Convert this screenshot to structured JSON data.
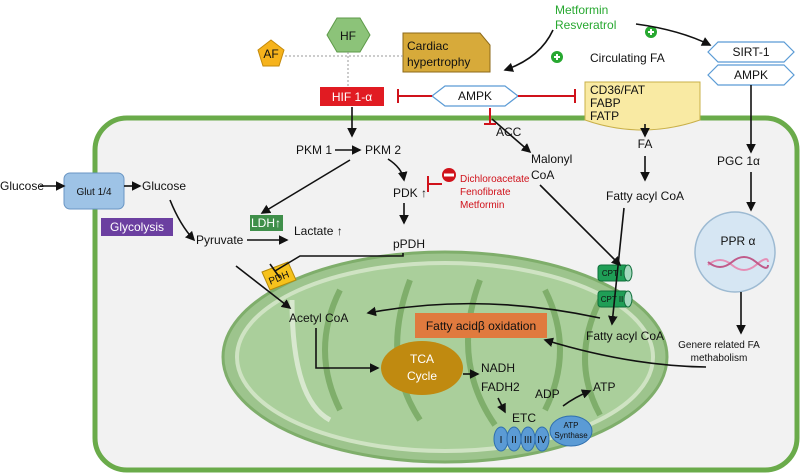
{
  "drugs": {
    "line1": "Metformin",
    "line2": "Resveratrol"
  },
  "shapes": {
    "af": "AF",
    "hf": "HF",
    "cardiac_l1": "Cardiac",
    "cardiac_l2": "hypertrophy"
  },
  "signaling": {
    "hif": "HIF 1-α",
    "ampk_center": "AMPK",
    "sirt1": "SIRT-1",
    "ampk_right": "AMPK",
    "pgc": "PGC 1α",
    "ppr": "PPR α"
  },
  "fatty_acid": {
    "circulating": "Circulating FA",
    "transporter_1": "CD36/FAT",
    "transporter_2": "FABP",
    "transporter_3": "FATP",
    "fa": "FA",
    "fatty_acyl_coa": "Fatty acyl CoA",
    "acc": "ACC",
    "malonyl_1": "Malonyl",
    "malonyl_2": "CoA"
  },
  "glycolysis": {
    "glucose_out": "Glucose",
    "glut": "Glut 1/4",
    "glucose_in": "Glucose",
    "label": "Glycolysis",
    "pyruvate": "Pyruvate",
    "ldh": "LDH↑",
    "lactate": "Lactate ↑",
    "pkm1": "PKM 1",
    "pkm2": "PKM 2",
    "pdk": "PDK ↑",
    "ppdh": "pPDH"
  },
  "inhibitors": {
    "line1": "Dichloroacetate",
    "line2": "Fenofibrate",
    "line3": "Metformin"
  },
  "mitochondria": {
    "pdh": "PDH",
    "acetyl_coa": "Acetyl CoA",
    "beta_ox": "Fatty acidβ oxidation",
    "cpt1": "CPT I",
    "cpt2": "CPT II",
    "fatty_acyl_coa_mito": "Fatty acyl CoA",
    "tca_1": "TCA",
    "tca_2": "Cycle",
    "nadh": "NADH",
    "fadh2": "FADH2",
    "adp": "ADP",
    "atp": "ATP",
    "etc": "ETC",
    "complex_1": "I",
    "complex_2": "II",
    "complex_3": "III",
    "complex_4": "IV",
    "atp_synthase_1": "ATP",
    "atp_synthase_2": "Synthase"
  },
  "nucleus_text": {
    "line1": "Genere related FA",
    "line2": "methabolism"
  },
  "colors": {
    "cell_border": "#6aab4a",
    "cell_fill": "#f2f2f2",
    "mito_fill": "#9dc48d",
    "hif_red": "#e11b22",
    "inhibit_red": "#d0121b",
    "ldh_green": "#3f8f4a",
    "glycolysis_purple": "#6b3fa0",
    "af_yellow": "#f6b31c",
    "hf_green": "#8cc379",
    "cardiac_tan": "#d7aa3a",
    "transporter_yellow": "#f9eaa3",
    "tca_gold": "#c08a10",
    "beta_ox_orange": "#e07a3e",
    "etc_blue": "#5b9bd5"
  }
}
